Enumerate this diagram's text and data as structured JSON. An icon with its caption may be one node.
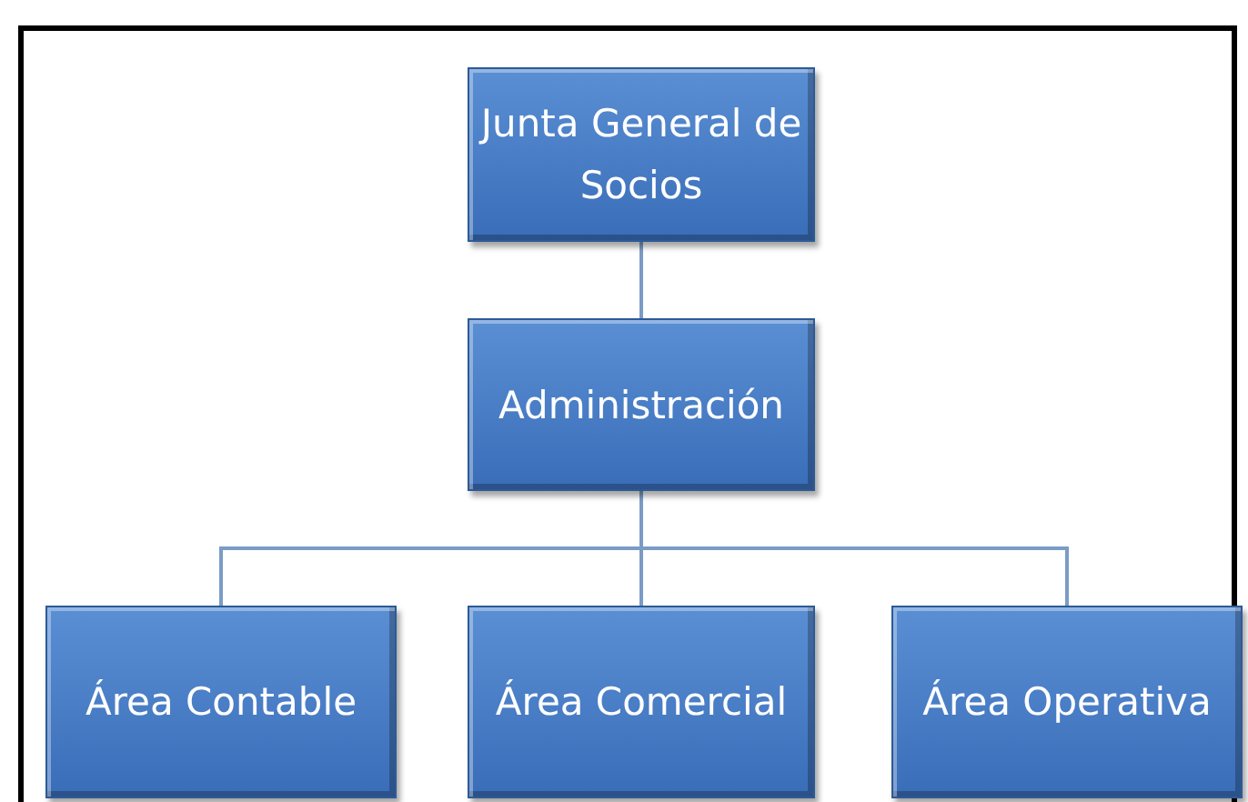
{
  "diagram": {
    "nodes": [
      {
        "text": [
          "Junta General de Socios"
        ]
      },
      {
        "text": [
          "Administración"
        ]
      },
      {
        "text": [
          "Área Contable"
        ]
      },
      {
        "text": [
          "Área Comercial"
        ]
      },
      {
        "text": [
          "Área Operativa"
        ]
      }
    ],
    "edges": [
      {
        "from": 0,
        "to": 1,
        "arrow": "none"
      },
      {
        "from": 1,
        "to": 2,
        "arrow": "none"
      },
      {
        "from": 1,
        "to": 3,
        "arrow": "none"
      },
      {
        "from": 1,
        "to": 4,
        "arrow": "none"
      }
    ]
  }
}
